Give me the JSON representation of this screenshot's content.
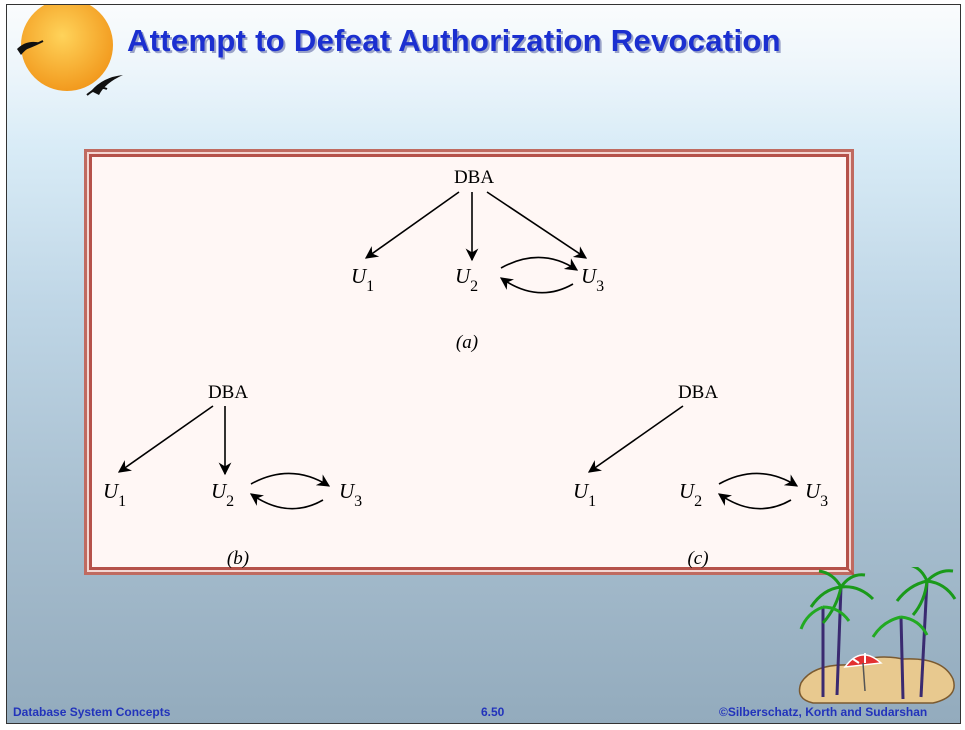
{
  "slide": {
    "title": "Attempt to Defeat Authorization Revocation"
  },
  "diagram": {
    "a": {
      "root": "DBA",
      "caption": "(a)",
      "u1": {
        "base": "U",
        "sub": "1"
      },
      "u2": {
        "base": "U",
        "sub": "2"
      },
      "u3": {
        "base": "U",
        "sub": "3"
      }
    },
    "b": {
      "root": "DBA",
      "caption": "(b)",
      "u1": {
        "base": "U",
        "sub": "1"
      },
      "u2": {
        "base": "U",
        "sub": "2"
      },
      "u3": {
        "base": "U",
        "sub": "3"
      }
    },
    "c": {
      "root": "DBA",
      "caption": "(c)",
      "u1": {
        "base": "U",
        "sub": "1"
      },
      "u2": {
        "base": "U",
        "sub": "2"
      },
      "u3": {
        "base": "U",
        "sub": "3"
      }
    }
  },
  "footer": {
    "left": "Database System Concepts",
    "center": "6.50",
    "right": "©Silberschatz, Korth and Sudarshan"
  },
  "colors": {
    "title": "#1b2fd0",
    "frame_outer": "#b5524a",
    "frame_inner": "#fff7f5",
    "footer": "#2233bb"
  }
}
